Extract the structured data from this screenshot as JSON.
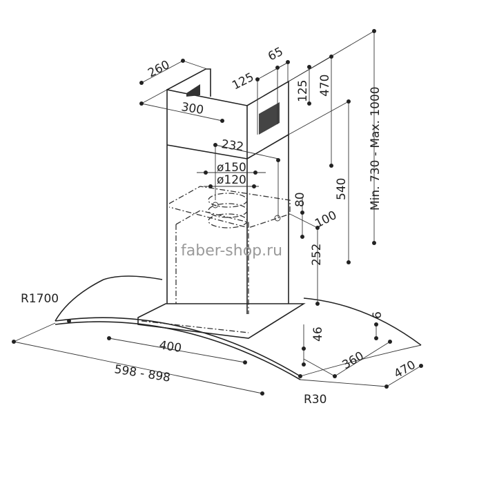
{
  "drawing": {
    "dimensions": {
      "chimney_depth": "260",
      "chimney_width": "300",
      "vent_offset": "125",
      "vent_width": "65",
      "vent_height": "125",
      "upper_chimney_height": "470",
      "total_height": "Min. 730 - Max. 1000",
      "duct_offset": "232",
      "duct_outer_diameter": "ø150",
      "duct_inner_diameter": "ø120",
      "duct_height": "80",
      "duct_depth_offset": "100",
      "lower_height": "540",
      "motor_height": "252",
      "glass_radius": "R1700",
      "base_width": "400",
      "glass_width": "598 - 898",
      "base_height": "46",
      "glass_thickness": "6",
      "base_depth": "360",
      "glass_depth": "470",
      "corner_radius": "R30"
    },
    "watermark": "faber-shop.ru"
  }
}
